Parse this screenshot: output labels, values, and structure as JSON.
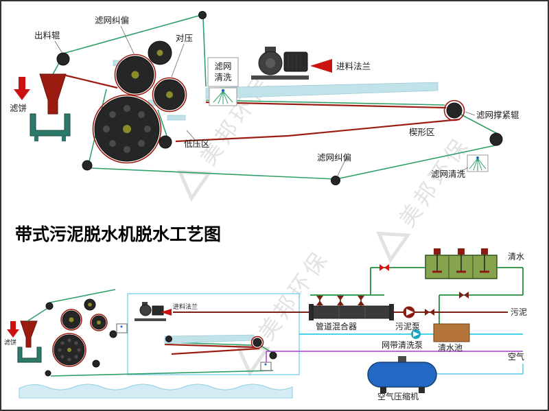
{
  "page": {
    "title": "带式污泥脱水机脱水工艺图",
    "watermark_text": "美邦环保"
  },
  "top_diagram": {
    "labels": {
      "discharge_roller": "出料辊",
      "mesh_correction_top": "滤网纠偏",
      "counter_press": "对压",
      "mesh_wash_line1": "滤网",
      "mesh_wash_line2": "清洗",
      "feed_flange": "进料法兰",
      "filter_cake": "滤饼",
      "low_pressure_zone": "低压区",
      "wedge_zone": "楔形区",
      "mesh_correction_bottom": "滤网纠偏",
      "mesh_tension_roller": "滤网撑紧辊",
      "mesh_wash_bottom": "滤网清洗"
    }
  },
  "bottom_diagram": {
    "labels": {
      "clean_water": "清水",
      "sludge": "污泥",
      "pipe_mixer": "管道混合器",
      "sludge_pump": "污泥泵",
      "belt_wash_pump": "网带清洗泵",
      "clean_water_tank": "清水池",
      "air": "空气",
      "air_compressor": "空气压缩机",
      "feed_flange": "进料法兰",
      "filter_cake": "滤饼"
    }
  },
  "colors": {
    "belt_green": "#2e9e68",
    "belt_red": "#9b1c10",
    "water_blue": "#c2e2ea",
    "pipe_green": "#1f8f3a",
    "pipe_dark_red": "#7a1f14",
    "pipe_cyan": "#29cfe8",
    "pipe_purple": "#a93ad0",
    "compressor_blue": "#2368c4",
    "tank_brown": "#b5753a",
    "arrow_red": "#cc1111",
    "tank_green": "#86a44e"
  }
}
